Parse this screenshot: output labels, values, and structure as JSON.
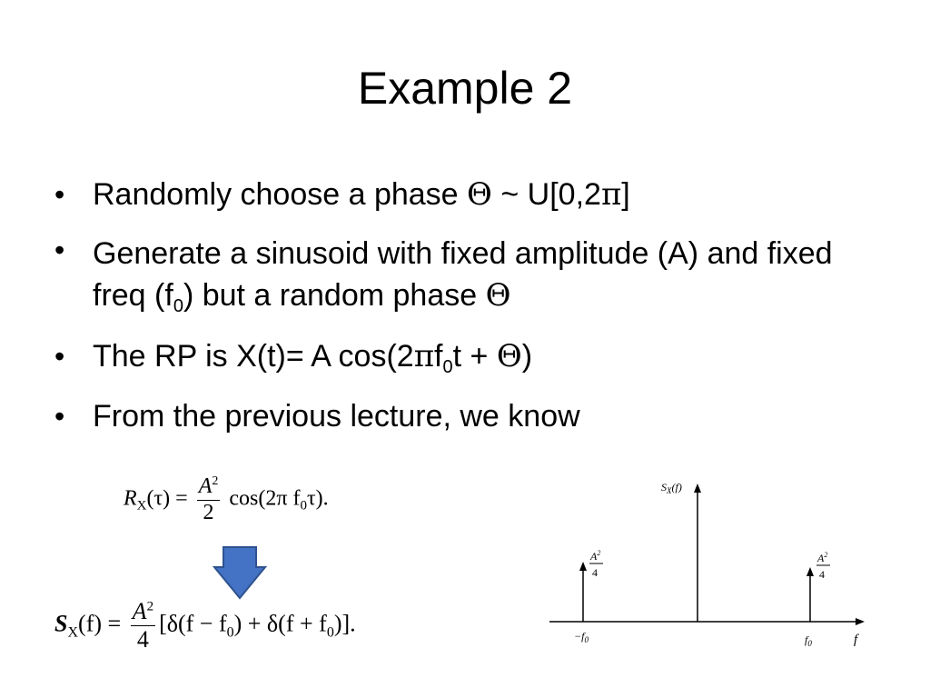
{
  "slide": {
    "title": "Example 2",
    "bullets": {
      "b1_text": "Randomly choose a phase ",
      "b1_theta": "Θ",
      "b1_rest": " ~ U[0,2",
      "b1_pi": "π",
      "b1_end": "]",
      "b2_text": "Generate a sinusoid with fixed amplitude (A) and fixed freq (f",
      "b2_sub": "0",
      "b2_rest": ") but  a random phase ",
      "b2_theta": "Θ",
      "b3_text": "The RP is X(t)= A cos(2",
      "b3_pi": "π",
      "b3_f": "f",
      "b3_sub": "0",
      "b3_rest": "t + ",
      "b3_theta": "Θ",
      "b3_end": ")",
      "b4_text": "From the previous lecture, we know"
    }
  },
  "equations": {
    "rx_lhs": "R",
    "rx_sub": "X",
    "rx_arg": "(τ) = ",
    "rx_num": "A",
    "rx_num_exp": "2",
    "rx_den": "2",
    "rx_rhs": " cos(2π f",
    "rx_rhs_sub": "0",
    "rx_rhs_end": "τ).",
    "sx_lhs": "S",
    "sx_sub": "X",
    "sx_arg": "(f) = ",
    "sx_num": "A",
    "sx_num_exp": "2",
    "sx_den": "4",
    "sx_rhs": "[δ(f − f",
    "sx_rhs_sub1": "0",
    "sx_rhs_mid": ") + δ(f + f",
    "sx_rhs_sub2": "0",
    "sx_rhs_end": ")]."
  },
  "arrow": {
    "icon": "down-arrow-icon",
    "color": "#4472c4"
  },
  "spectrum_plot": {
    "y_axis_label": "S",
    "y_axis_label_sub": "X",
    "y_axis_label_arg": "(f)",
    "x_axis_label": "f",
    "impulse_left_label": "−f",
    "impulse_left_label_sub": "0",
    "impulse_right_label": "f",
    "impulse_right_label_sub": "0",
    "impulse_height_num": "A",
    "impulse_height_num_exp": "2",
    "impulse_height_den": "4"
  }
}
